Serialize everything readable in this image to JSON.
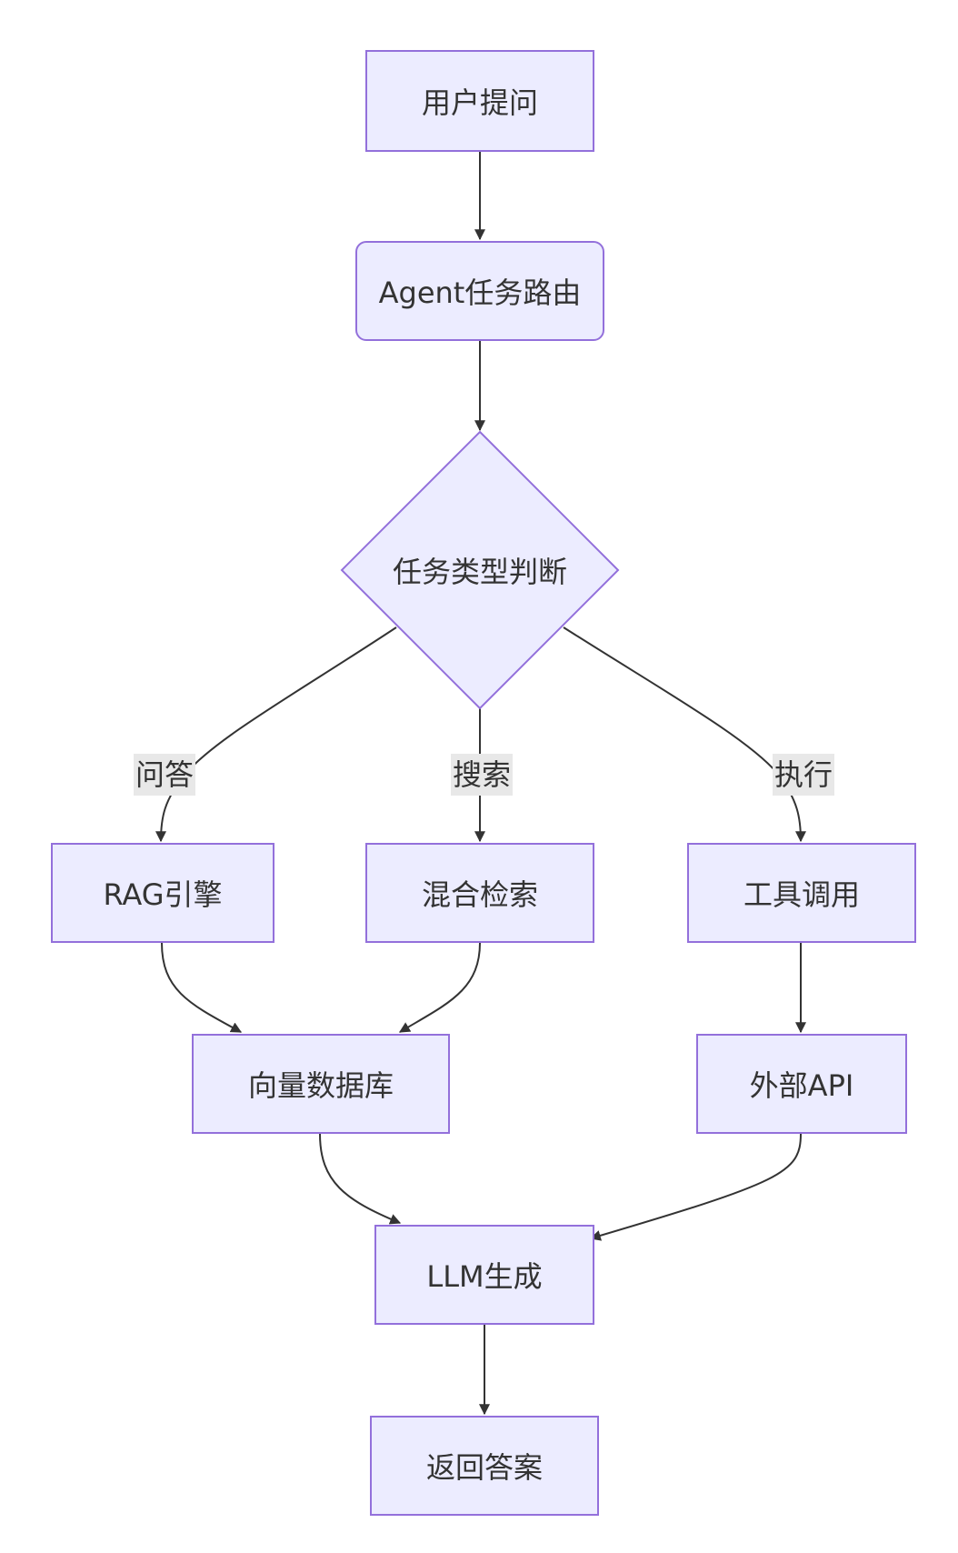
{
  "nodes": {
    "user_question": "用户提问",
    "agent_router": "Agent任务路由",
    "task_type": "任务类型判断",
    "rag_engine": "RAG引擎",
    "hybrid_search": "混合检索",
    "tool_call": "工具调用",
    "vector_db": "向量数据库",
    "external_api": "外部API",
    "llm_generate": "LLM生成",
    "return_answer": "返回答案"
  },
  "edge_labels": {
    "qa": "问答",
    "search": "搜索",
    "execute": "执行"
  },
  "colors": {
    "node_fill": "#ECECFF",
    "node_stroke": "#9370DB",
    "edge": "#333333",
    "label_bg": "#e8e8e8"
  }
}
